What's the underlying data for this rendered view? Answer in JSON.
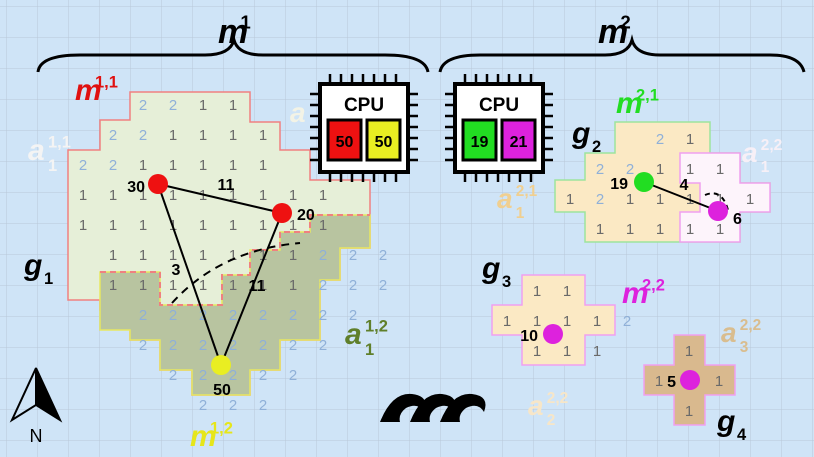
{
  "labels": {
    "m1": {
      "base": "m",
      "sup": "1"
    },
    "m2": {
      "base": "m",
      "sup": "2"
    },
    "m11": {
      "base": "m",
      "sup": "1,1"
    },
    "m12": {
      "base": "m",
      "sup": "1,2"
    },
    "m21": {
      "base": "m",
      "sup": "2,1"
    },
    "m22": {
      "base": "m",
      "sup": "2,2"
    },
    "a11_1": {
      "base": "a",
      "sub": "1",
      "sup": "1,1"
    },
    "a11_2": {
      "base": "a",
      "sub": "1",
      "sup": "1,2"
    },
    "a21_1": {
      "base": "a",
      "sub": "1",
      "sup": "2,1"
    },
    "a22_1": {
      "base": "a",
      "sub": "1",
      "sup": "2,2"
    },
    "a22_2": {
      "base": "a",
      "sub": "2",
      "sup": "2,2"
    },
    "a22_3": {
      "base": "a",
      "sub": "3",
      "sup": "2,2"
    },
    "a_partial": {
      "base": "a"
    },
    "g1": {
      "base": "g",
      "sub": "1"
    },
    "g2": {
      "base": "g",
      "sub": "2"
    },
    "g3": {
      "base": "g",
      "sub": "3"
    },
    "g4": {
      "base": "g",
      "sub": "4"
    }
  },
  "cpus": [
    {
      "label": "CPU",
      "cores": [
        {
          "value": "50",
          "color": "#ee1111"
        },
        {
          "value": "50",
          "color": "#e9ee22"
        }
      ]
    },
    {
      "label": "CPU",
      "cores": [
        {
          "value": "19",
          "color": "#22dd22"
        },
        {
          "value": "21",
          "color": "#dd22dd"
        }
      ]
    }
  ],
  "nodes": {
    "n30": {
      "value": "30",
      "color": "#ee1111"
    },
    "n20": {
      "value": "20",
      "color": "#ee1111"
    },
    "n50": {
      "value": "50",
      "color": "#e9ee22"
    },
    "n19": {
      "value": "19",
      "color": "#22dd22"
    },
    "n6": {
      "value": "6",
      "color": "#dd22dd"
    },
    "n10": {
      "value": "10",
      "color": "#dd22dd"
    },
    "n5": {
      "value": "5",
      "color": "#dd22dd"
    }
  },
  "edges": {
    "e11a": "11",
    "e11b": "11",
    "e3": "3",
    "e4": "4"
  },
  "north": "N",
  "grid_weights": {
    "g1": [
      [
        "",
        "",
        "2",
        "2",
        "1",
        "1",
        "",
        "",
        "",
        "",
        ""
      ],
      [
        "",
        "2",
        "2",
        "1",
        "1",
        "1",
        "1",
        "",
        "",
        "",
        ""
      ],
      [
        "2",
        "2",
        "1",
        "1",
        "1",
        "1",
        "1",
        "",
        "",
        "",
        ""
      ],
      [
        "1",
        "1",
        "1",
        "1",
        "1",
        "1",
        "1",
        "1",
        "1",
        "",
        ""
      ],
      [
        "1",
        "1",
        "1",
        "1",
        "1",
        "1",
        "1",
        "1",
        "1",
        "",
        ""
      ],
      [
        "",
        "1",
        "1",
        "1",
        "1",
        "1",
        "1",
        "1",
        "2",
        "2",
        "2"
      ],
      [
        "",
        "1",
        "1",
        "1",
        "1",
        "1",
        "1",
        "1",
        "2",
        "2",
        "2"
      ],
      [
        "",
        "",
        "2",
        "2",
        "2",
        "2",
        "2",
        "2",
        "2",
        "2",
        ""
      ],
      [
        "",
        "",
        "2",
        "2",
        "2",
        "2",
        "2",
        "2",
        "2",
        "",
        ""
      ],
      [
        "",
        "",
        "",
        "2",
        "2",
        "2",
        "2",
        "2",
        "",
        "",
        ""
      ],
      [
        "",
        "",
        "",
        "",
        "2",
        "2",
        "2",
        "",
        "",
        "",
        ""
      ]
    ],
    "g2": [
      [
        "",
        "",
        "",
        "2",
        "1",
        "",
        ""
      ],
      [
        "",
        "2",
        "2",
        "1",
        "1",
        "1",
        ""
      ],
      [
        "1",
        "2",
        "1",
        "1",
        "1",
        "1",
        "1"
      ],
      [
        "",
        "1",
        "1",
        "1",
        "1",
        "1",
        ""
      ]
    ],
    "g3": [
      [
        "",
        "1",
        "1",
        "",
        ""
      ],
      [
        "1",
        "1",
        "1",
        "1",
        "2"
      ],
      [
        "",
        "1",
        "1",
        "1",
        ""
      ]
    ],
    "g4": [
      [
        "",
        "1",
        ""
      ],
      [
        "1",
        "1",
        "1"
      ],
      [
        "",
        "1",
        ""
      ]
    ]
  }
}
